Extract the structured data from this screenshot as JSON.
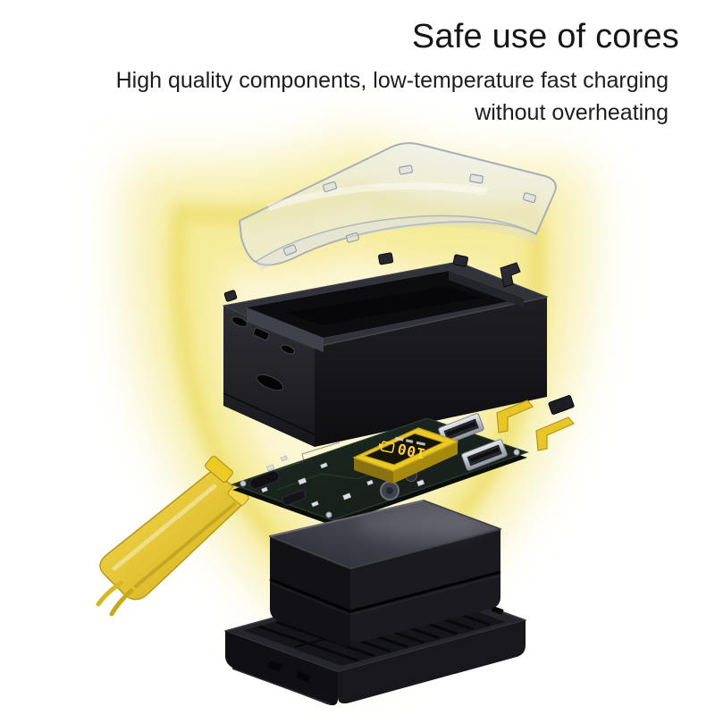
{
  "header": {
    "title": "Safe use of cores",
    "subtitle_line1": "High quality components, low-temperature fast charging",
    "subtitle_line2": "without overheating"
  },
  "device": {
    "display_value": "100"
  },
  "colors": {
    "background": "#ffffff",
    "text": "#1d1d1f",
    "glow_yellow": "#f2e478",
    "accent_yellow": "#e8c62a",
    "device_black": "#1a1a1e",
    "pcb_dark": "#1b2620"
  }
}
